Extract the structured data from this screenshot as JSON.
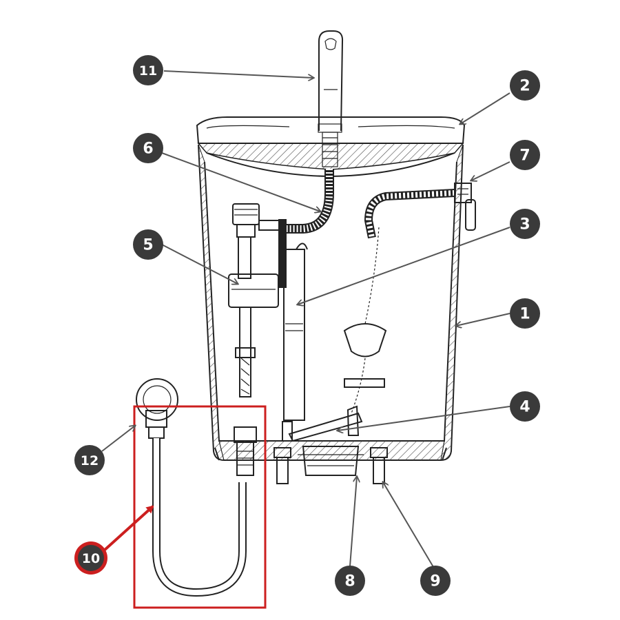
{
  "callouts": [
    {
      "id": "c1",
      "label": "1"
    },
    {
      "id": "c2",
      "label": "2"
    },
    {
      "id": "c3",
      "label": "3"
    },
    {
      "id": "c4",
      "label": "4"
    },
    {
      "id": "c5",
      "label": "5"
    },
    {
      "id": "c6",
      "label": "6"
    },
    {
      "id": "c7",
      "label": "7"
    },
    {
      "id": "c8",
      "label": "8"
    },
    {
      "id": "c9",
      "label": "9"
    },
    {
      "id": "c10",
      "label": "10"
    },
    {
      "id": "c11",
      "label": "11"
    },
    {
      "id": "c12",
      "label": "12"
    }
  ],
  "highlight": {
    "callout": "10",
    "color": "#cc1f1f"
  },
  "colors": {
    "callout_fill": "#3a3a3a",
    "line": "#222222",
    "highlight": "#cc1f1f"
  }
}
